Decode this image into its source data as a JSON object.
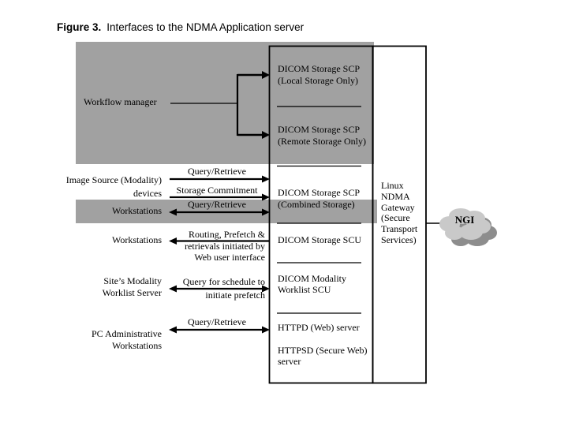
{
  "title": {
    "figure_label": "Figure 3.",
    "text": "Interfaces to the NDMA Application server"
  },
  "workflow_manager_label": "Workflow manager",
  "left_column": [
    {
      "label": "Image Source (Modality)\ndevices"
    },
    {
      "label": "Workstations"
    },
    {
      "label": "Workstations"
    },
    {
      "label": "Site’s Modality\nWorklist Server"
    },
    {
      "label": "PC Administrative\nWorkstations"
    }
  ],
  "arrow_labels": [
    {
      "label": "Query/Retrieve"
    },
    {
      "label": "Storage Commitment"
    },
    {
      "label": "Query/Retrieve"
    },
    {
      "label": "Routing, Prefetch &\nretrievals initiated by\nWeb user interface"
    },
    {
      "label": "Query for schedule to\ninitiate prefetch"
    },
    {
      "label": "Query/Retrieve"
    }
  ],
  "services": [
    {
      "label": "DICOM Storage SCP\n(Local Storage Only)"
    },
    {
      "label": "DICOM Storage SCP\n(Remote Storage Only)"
    },
    {
      "label": "DICOM Storage SCP\n(Combined Storage)"
    },
    {
      "label": "DICOM Storage SCU"
    },
    {
      "label": "DICOM Modality\nWorklist SCU"
    },
    {
      "label": "HTTPD (Web) server"
    },
    {
      "label": "HTTPSD (Secure Web)\nserver"
    }
  ],
  "gateway_label": "Linux\nNDMA\nGateway\n(Secure\nTransport\nServices)",
  "cloud_label": "NGI",
  "colors": {
    "diagram_gray": "#a1a1a1",
    "cloud_fill": "#c9c9c9",
    "cloud_shadow": "#8d8d8d",
    "line_color": "#000000",
    "text_color": "#000000"
  }
}
